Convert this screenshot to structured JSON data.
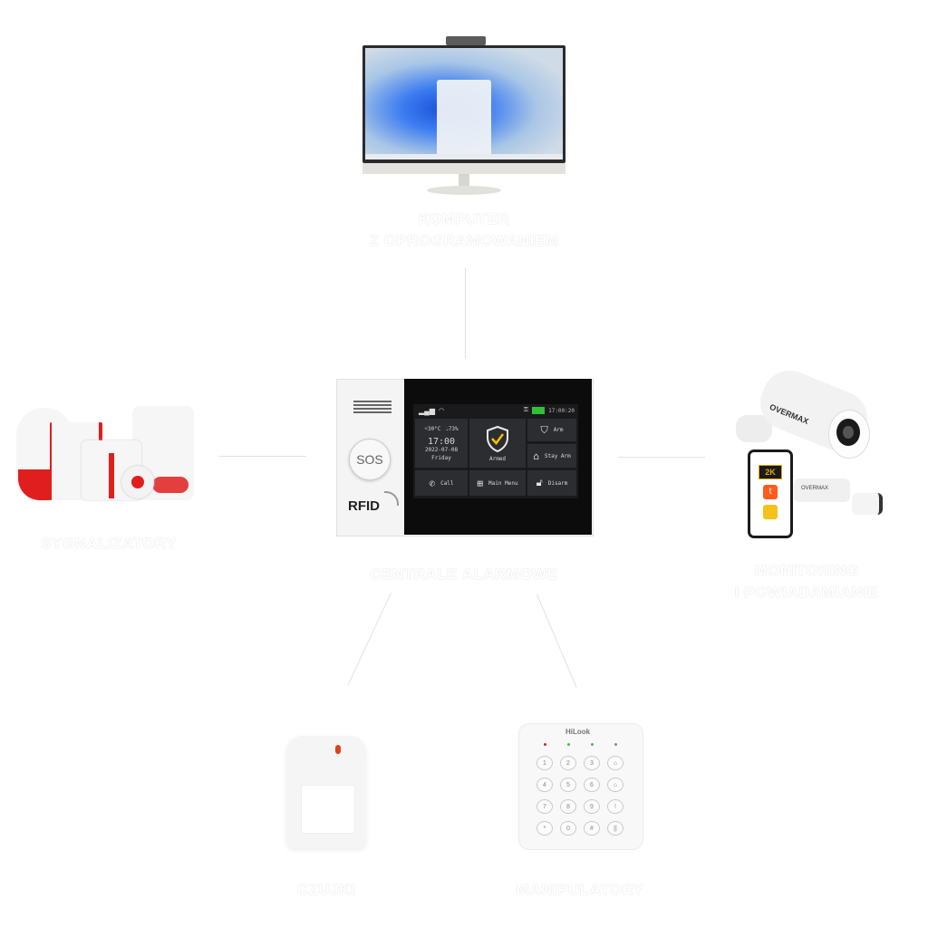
{
  "nodes": {
    "computer": {
      "label_line1": "KOMPUTER",
      "label_line2": "Z OPROGRAMOWANIEM"
    },
    "central": {
      "label": "CENTRALE ALARMOWE"
    },
    "sirens": {
      "label": "SYGNALIZATORY"
    },
    "monitoring": {
      "label_line1": "MONITORING",
      "label_line2": "I POWIADAMIANIE"
    },
    "detectors": {
      "label": "CZUJKI"
    },
    "keypads": {
      "label": "MANIPULATORY"
    }
  },
  "alarm_panel": {
    "sos_label": "SOS",
    "rfid_label": "RFID",
    "status_time": "17:00:20",
    "temperature": "30°C",
    "humidity": "73%",
    "clock": "17:00",
    "date": "2022-07-08",
    "weekday": "Friday",
    "state": "Armed",
    "buttons": {
      "arm": "Arm",
      "stay_arm": "Stay Arm",
      "call": "Call",
      "main_menu": "Main Menu",
      "disarm": "Disarm"
    }
  },
  "camera": {
    "brand": "OVERMAX",
    "badge": "2K"
  },
  "keypad": {
    "brand": "HiLook",
    "keys": [
      "1",
      "2",
      "3",
      "⌂",
      "4",
      "5",
      "6",
      "⌂",
      "7",
      "8",
      "9",
      "!",
      "*",
      "0",
      "#",
      "||"
    ]
  },
  "colors": {
    "siren_red": "#e01e1e",
    "armed_check": "#f2c200",
    "battery_green": "#2fbf3a"
  }
}
